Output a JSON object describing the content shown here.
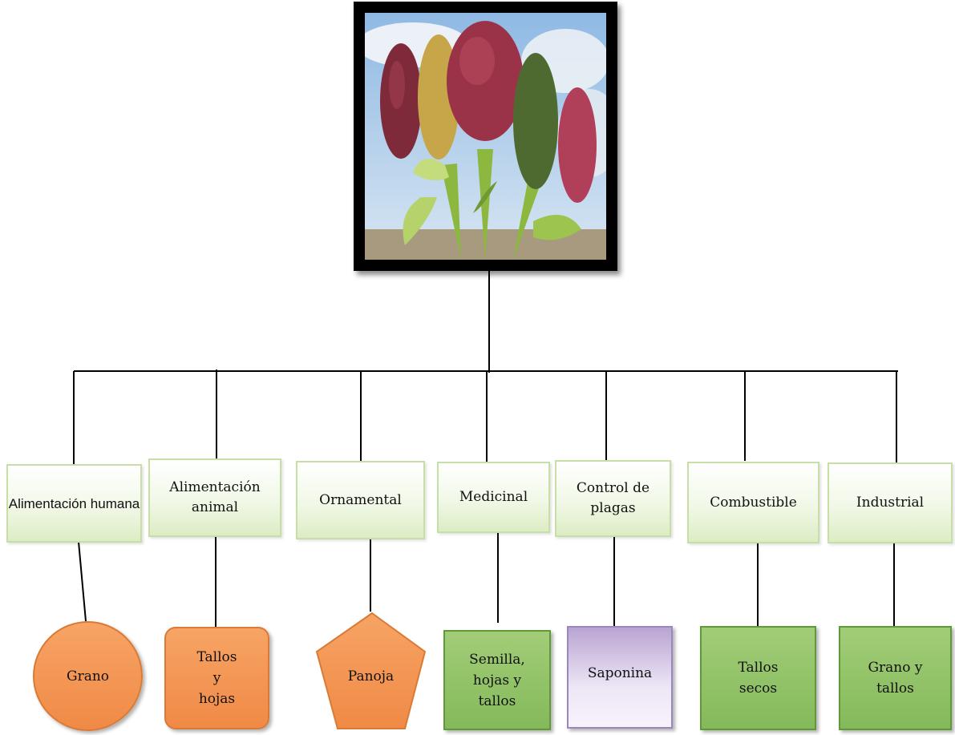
{
  "photo": {
    "description_icon": "quinoa-panicles-photo"
  },
  "categories": [
    {
      "label": "Alimentación humana"
    },
    {
      "label": "Alimentación animal"
    },
    {
      "label": "Ornamental"
    },
    {
      "label": "Medicinal"
    },
    {
      "label": "Control de plagas"
    },
    {
      "label": "Combustible"
    },
    {
      "label": "Industrial"
    }
  ],
  "parts": [
    {
      "label": "Grano",
      "shape": "circle",
      "color": "#f08a46"
    },
    {
      "label": "Tallos y hojas",
      "shape": "rounded-rectangle",
      "color": "#f08a46"
    },
    {
      "label": "Panoja",
      "shape": "pentagon",
      "color": "#f08a46"
    },
    {
      "label": "Semilla, hojas y tallos",
      "shape": "rectangle",
      "color": "#8cbf63"
    },
    {
      "label": "Saponina",
      "shape": "rectangle",
      "color": "#b9a4d2"
    },
    {
      "label": "Tallos secos",
      "shape": "rectangle",
      "color": "#8cbf63"
    },
    {
      "label": "Grano y tallos",
      "shape": "rectangle",
      "color": "#8cbf63"
    }
  ]
}
